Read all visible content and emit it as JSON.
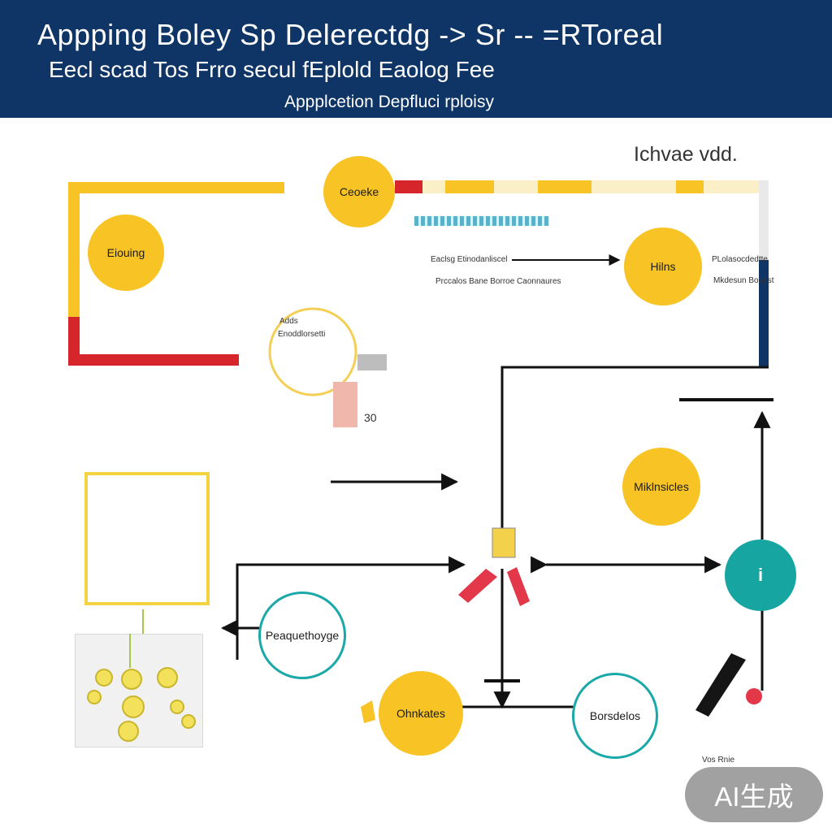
{
  "header": {
    "title": "Appping Boley Sp Delerectdg -> Sr -- =RToreal",
    "subtitle": "Eecl scad Tos Frro secul fEplold Eaolog Fee",
    "tagline": "Appplcetion Depfluci rploisy"
  },
  "corner_label": "Ichvae vdd.",
  "nodes": {
    "top_left": "Eiouing",
    "top_center": "Ceoeke",
    "top_right": "Hilns",
    "mid_right": "Miklnsicles",
    "right_icon": "i",
    "bottom_left_ring": "Peaquethoyge",
    "bottom_center": "Ohnkates",
    "bottom_right_ring": "Borsdelos",
    "ring_text_a": "Adds",
    "ring_text_b": "Enoddlorsetti"
  },
  "labels": {
    "top_flow_1": "Eaclsg Etinodanliscel",
    "top_flow_2": "Prccalos Bane Borroe Caonnaures",
    "right_flow_1": "PLolasocdedtte",
    "right_flow_2": "Mkdesun Boaast",
    "numbers": "30",
    "bottom_right": "Vos Rnie"
  },
  "watermark": "AI生成",
  "colors": {
    "banner": "#0e3566",
    "yellow": "#f7c325",
    "red": "#d7262b",
    "teal": "#17a5a2",
    "line": "#111111"
  }
}
